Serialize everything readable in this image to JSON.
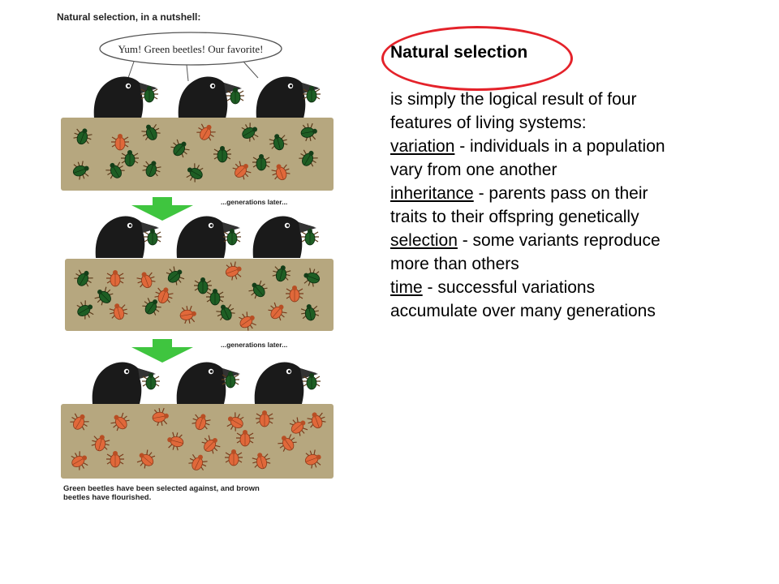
{
  "figure": {
    "title": "Natural selection, in a nutshell:",
    "speech": "Yum! Green beetles! Our favorite!",
    "transition_label": "...generations later...",
    "caption_line1": "Green beetles have been selected against, and brown",
    "caption_line2": "beetles have flourished.",
    "colors": {
      "soil": "#b6a77f",
      "green_beetle": "#1e5e24",
      "brown_beetle": "#e0683a",
      "arrow": "#3fc53f",
      "crow": "#1a1a1a"
    },
    "panels": [
      {
        "green_beetles": 14,
        "brown_beetles": 4
      },
      {
        "green_beetles": 12,
        "brown_beetles": 9
      },
      {
        "green_beetles": 0,
        "brown_beetles": 20
      }
    ]
  },
  "text": {
    "title": "Natural selection",
    "intro": "is simply the logical result of four features of living systems:",
    "features": [
      {
        "term": "variation",
        "desc": " - individuals in a population vary from one another"
      },
      {
        "term": "inheritance",
        "desc": " - parents pass on their traits to their offspring genetically"
      },
      {
        "term": "selection",
        "desc": " - some variants reproduce more than others"
      },
      {
        "term": "time",
        "desc": " - successful variations accumulate over many generations"
      }
    ],
    "highlight_color": "#e4222a"
  }
}
